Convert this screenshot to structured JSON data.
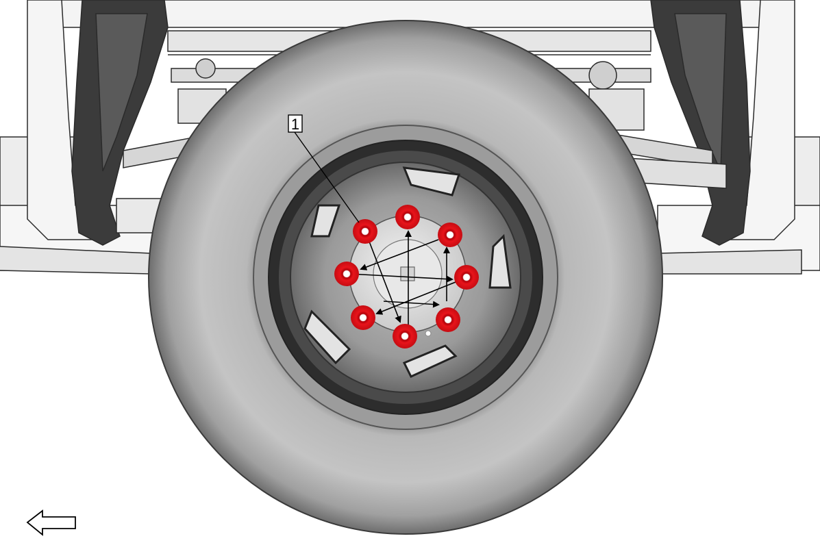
{
  "callouts": [
    {
      "number": "1",
      "target": "lug-nuts"
    }
  ],
  "colors": {
    "lug_nut": "#e8141b",
    "tire": "#a9a9a9",
    "wheel": "#8f8f8f",
    "hub": "#d9d9d9"
  },
  "icons": {
    "direction_arrow": "arrow-left-icon"
  },
  "lug_nuts": {
    "count": 8
  }
}
